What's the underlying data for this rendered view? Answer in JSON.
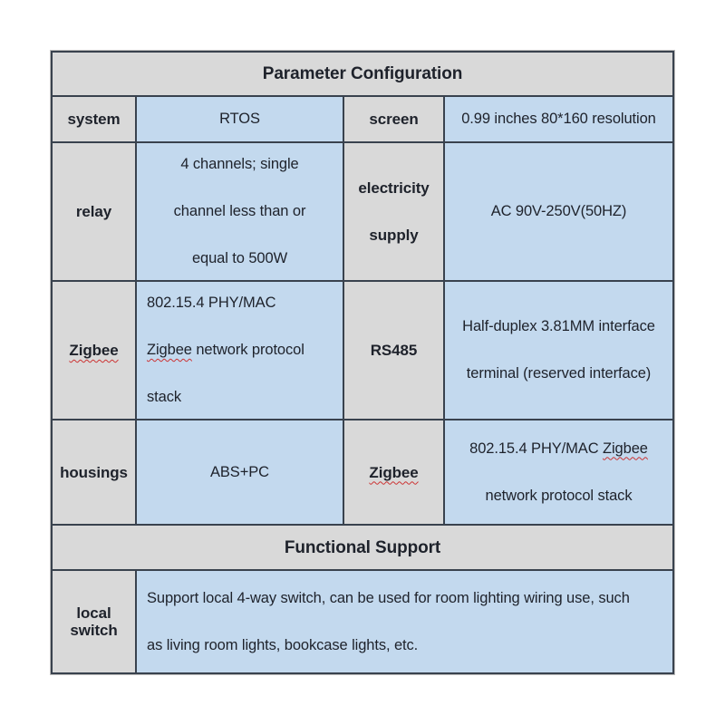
{
  "colors": {
    "page_background": "#ffffff",
    "label_cell_background": "#d9d9d9",
    "value_cell_background": "#c3d9ee",
    "grid_border": "#39424e",
    "text": "#1e222b",
    "spellcheck_squiggle": "#cc3333"
  },
  "table": {
    "section1_title": "Parameter Configuration",
    "section2_title": "Functional Support",
    "cells": {
      "system_label": "system",
      "system_value": "RTOS",
      "screen_label": "screen",
      "screen_value": "0.99 inches 80*160 resolution",
      "relay_label": "relay",
      "relay_l1": "4 channels; single",
      "relay_l2": "channel less than or",
      "relay_l3": "equal to 500W",
      "electricity_l1": "electricity",
      "electricity_l2": "supply",
      "electricity_value": "AC 90V-250V(50HZ)",
      "zigbee_label": "Zigbee",
      "zigbee_l1": "802.15.4 PHY/MAC",
      "zigbee_l2_word": "Zigbee",
      "zigbee_l2_rest": " network protocol",
      "zigbee_l3": "stack",
      "rs485_label": "RS485",
      "rs485_l1": "Half-duplex 3.81MM interface",
      "rs485_l2": "terminal (reserved interface)",
      "housings_label": "housings",
      "housings_value": "ABS+PC",
      "zigbee2_label": "Zigbee",
      "zigbee2_l1_prefix": "802.15.4 PHY/MAC ",
      "zigbee2_l1_word": "Zigbee",
      "zigbee2_l2": "network protocol stack",
      "local_switch_label": "local switch",
      "local_switch_l1": "Support local 4-way switch, can be used for room lighting wiring use, such",
      "local_switch_l2": "as living room lights, bookcase lights, etc."
    }
  }
}
